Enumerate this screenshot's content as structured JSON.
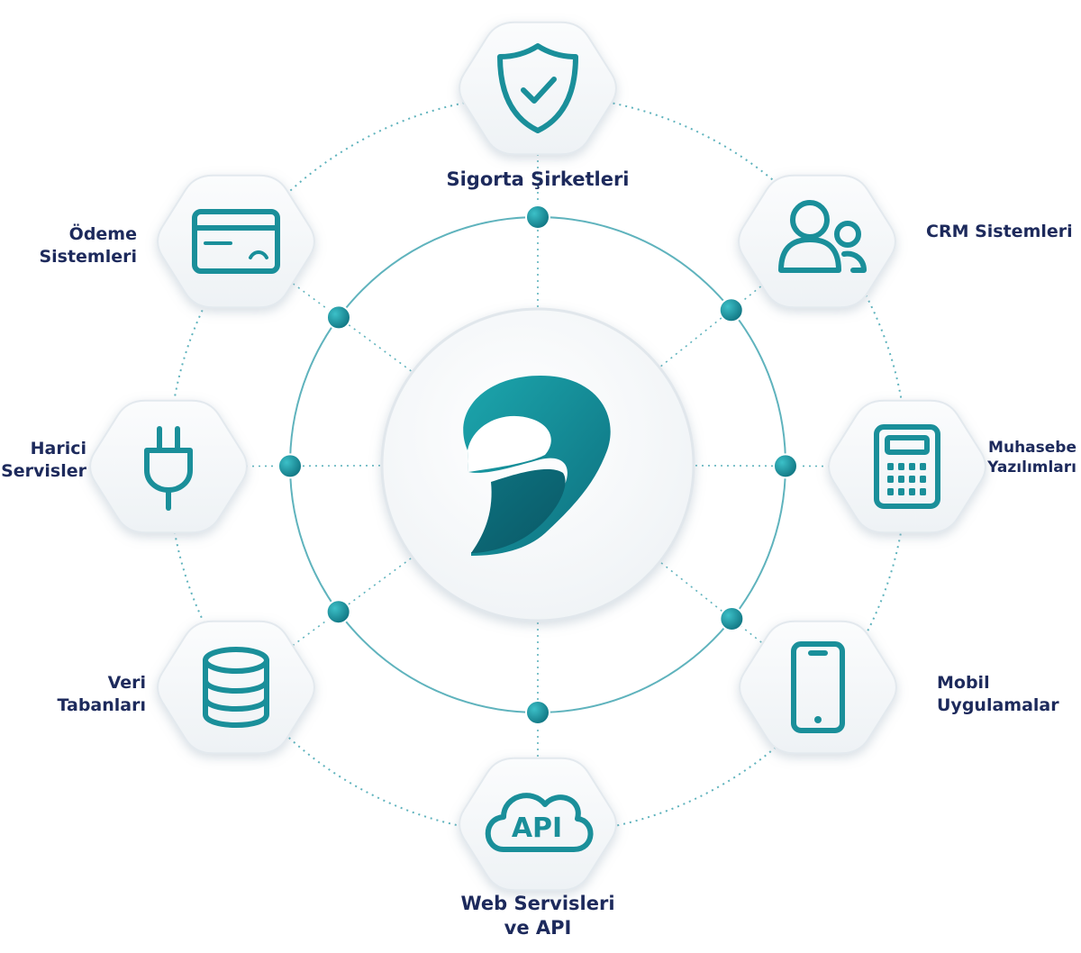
{
  "center": {
    "logo_icon": "p-logo-icon"
  },
  "nodes": [
    {
      "id": "sigorta",
      "icon": "shield-check-icon",
      "lines": [
        "Sigorta Şirketleri"
      ]
    },
    {
      "id": "crm",
      "icon": "users-icon",
      "lines": [
        "CRM Sistemleri"
      ]
    },
    {
      "id": "muhasebe",
      "icon": "calculator-icon",
      "lines": [
        "Muhasebe",
        "Yazılımları"
      ]
    },
    {
      "id": "mobil",
      "icon": "smartphone-icon",
      "lines": [
        "Mobil",
        "Uygulamalar"
      ]
    },
    {
      "id": "web",
      "icon": "cloud-api-icon",
      "lines": [
        "Web Servisleri",
        "ve API"
      ],
      "icon_text": "API"
    },
    {
      "id": "veri",
      "icon": "database-icon",
      "lines": [
        "Veri",
        "Tabanları"
      ]
    },
    {
      "id": "harici",
      "icon": "plug-icon",
      "lines": [
        "Harici",
        "Servisler"
      ]
    },
    {
      "id": "odeme",
      "icon": "credit-card-icon",
      "lines": [
        "Ödeme",
        "Sistemleri"
      ]
    }
  ],
  "colors": {
    "teal": "#1a8f9a",
    "teal_dark": "#0f6b78",
    "navy": "#1d2a5c",
    "line": "#5fb3bd",
    "tile": "#f3f6f9"
  }
}
